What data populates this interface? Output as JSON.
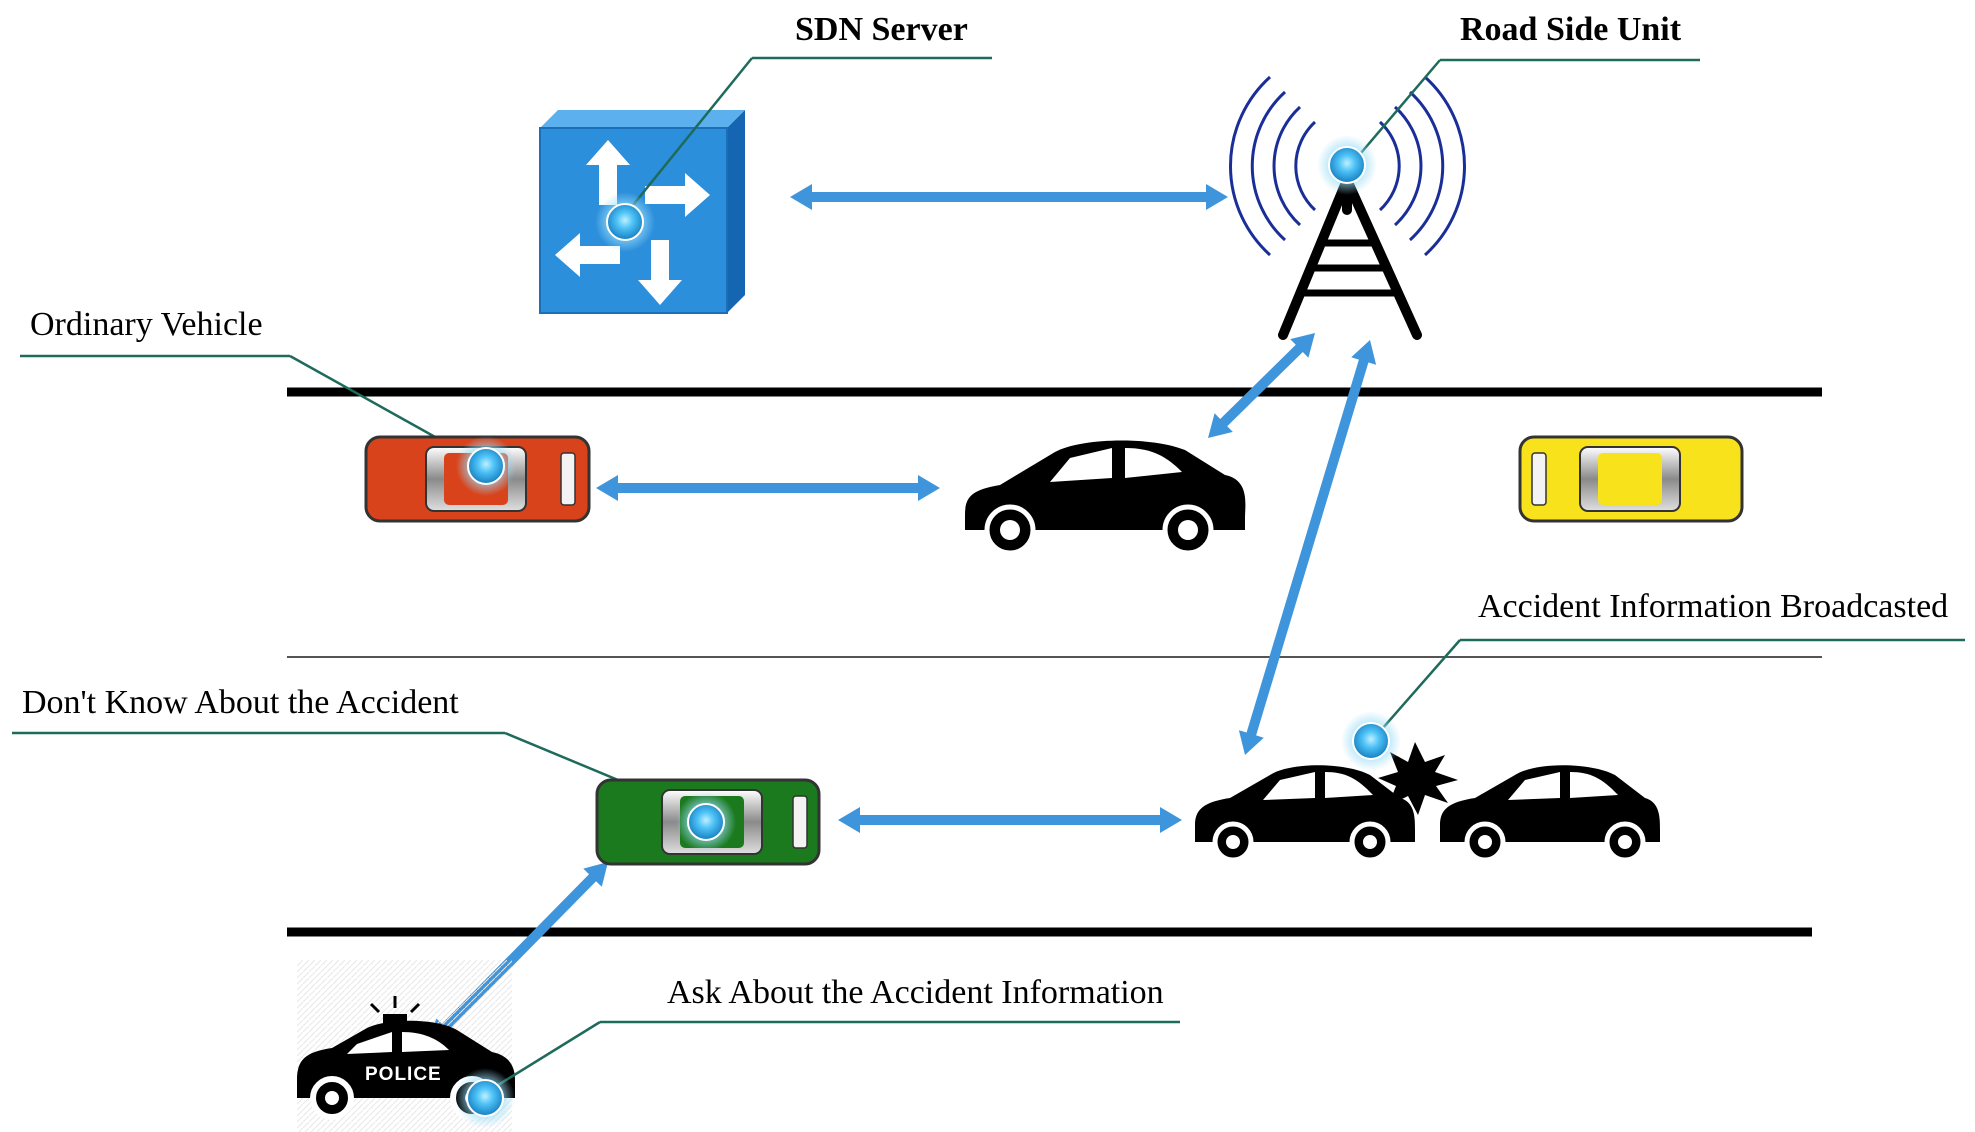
{
  "labels": {
    "sdn_server": "SDN Server",
    "road_side_unit": "Road Side Unit",
    "ordinary_vehicle": "Ordinary Vehicle",
    "accident_broadcast": "Accident Information Broadcasted",
    "dont_know": "Don't  Know About the Accident",
    "ask_about": "Ask About the Accident Information",
    "police_text": "POLICE"
  },
  "colors": {
    "arrow": "#3f95db",
    "leader": "#1e6b5b",
    "server_face": "#2b8fdc",
    "server_side": "#1566b2",
    "rsu_waves": "#1a2e99",
    "car_red": "#d8431c",
    "car_yellow": "#f7e21b",
    "car_green": "#1b7a1e",
    "node_dot": "#4fc3f7"
  },
  "icons": [
    "server-switch-icon",
    "antenna-tower-icon",
    "car-icon",
    "police-car-icon",
    "collision-icon"
  ]
}
